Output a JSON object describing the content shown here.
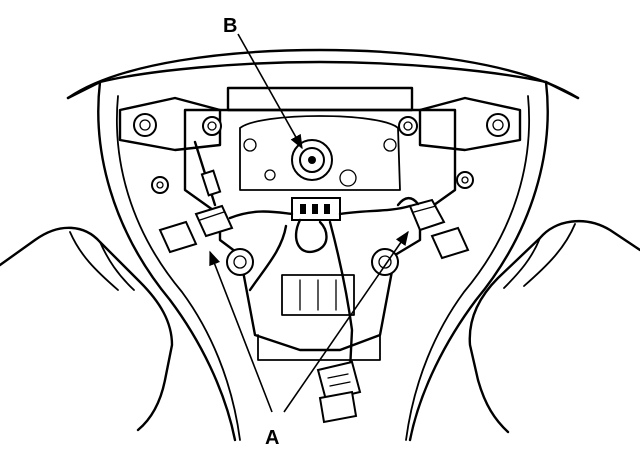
{
  "callouts": {
    "b": "B",
    "a": "A"
  },
  "colors": {
    "line": "#000000",
    "background": "#ffffff"
  },
  "figure": {
    "icon": "steering-wheel-airbag-removal-diagram"
  }
}
